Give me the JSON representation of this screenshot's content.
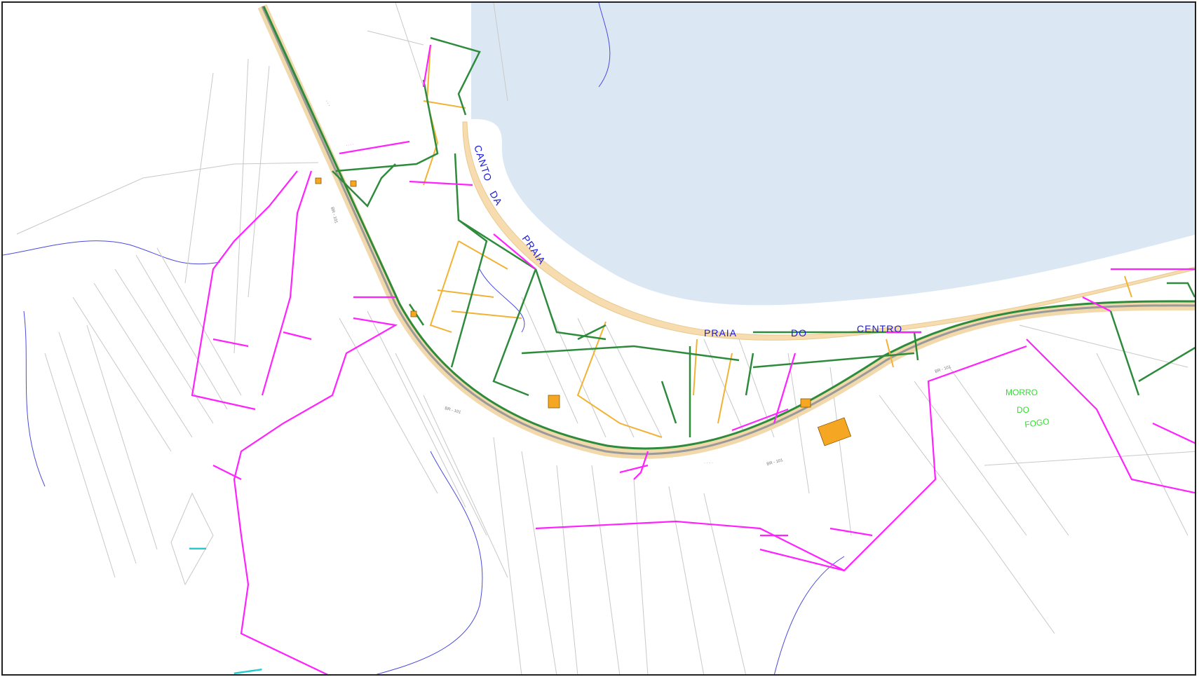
{
  "colors": {
    "sea": "#dbe8f4",
    "beach": "#f6dcae",
    "highway_fill": "#f1d9ac",
    "main_network": "#2e8b3c",
    "secondary_network": "#ff22ff",
    "planned_network": "#f2b233",
    "streets": "#c8c8c8",
    "rivers": "#4a4adf",
    "facility": "#f5a623"
  },
  "map": {
    "labels": {
      "canto": "CANTO",
      "da": "DA",
      "praia_1": "PRAIA",
      "praia_2": "PRAIA",
      "do": "DO",
      "centro": "CENTRO",
      "morro": "MORRO",
      "do_2": "DO",
      "fogo": "FOGO",
      "br101_a": "BR - 101",
      "br101_b": "BR - 101",
      "br101_c": "BR - 101",
      "br101_d": "BR - 101"
    }
  }
}
